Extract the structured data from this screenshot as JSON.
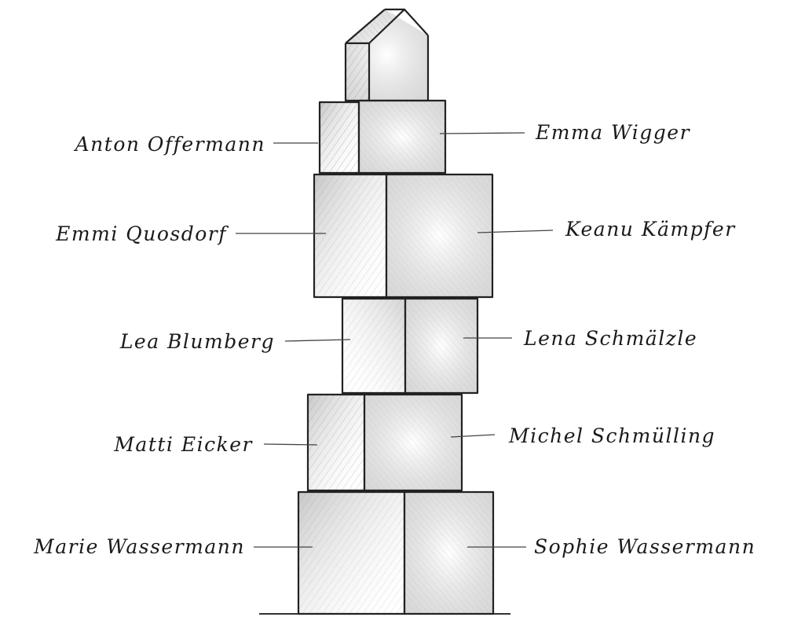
{
  "labels": {
    "anton": "Anton Offermann",
    "emma": "Emma Wigger",
    "emmi": "Emmi Quosdorf",
    "keanu": "Keanu Kämpfer",
    "lea": "Lea Blumberg",
    "lena": "Lena Schmälzle",
    "matti": "Matti Eicker",
    "michel": "Michel Schmülling",
    "marie": "Marie Wassermann",
    "sophie": "Sophie Wassermann"
  }
}
